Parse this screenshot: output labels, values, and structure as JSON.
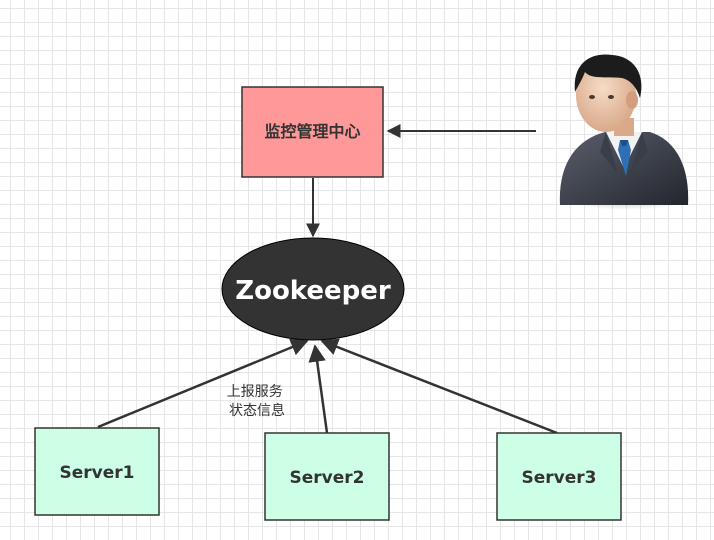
{
  "nodes": {
    "monitor": {
      "label": "监控管理中心",
      "fill": "#ff9999"
    },
    "zookeeper": {
      "label": "Zookeeper",
      "fill": "#333333",
      "text_color": "#ffffff"
    },
    "servers": [
      {
        "label": "Server1"
      },
      {
        "label": "Server2"
      },
      {
        "label": "Server3"
      }
    ],
    "server_fill": "#ccffe6"
  },
  "edges": {
    "report_label": [
      "上报服务",
      "状态信息"
    ]
  },
  "icons": {
    "user": "businessman-icon"
  }
}
